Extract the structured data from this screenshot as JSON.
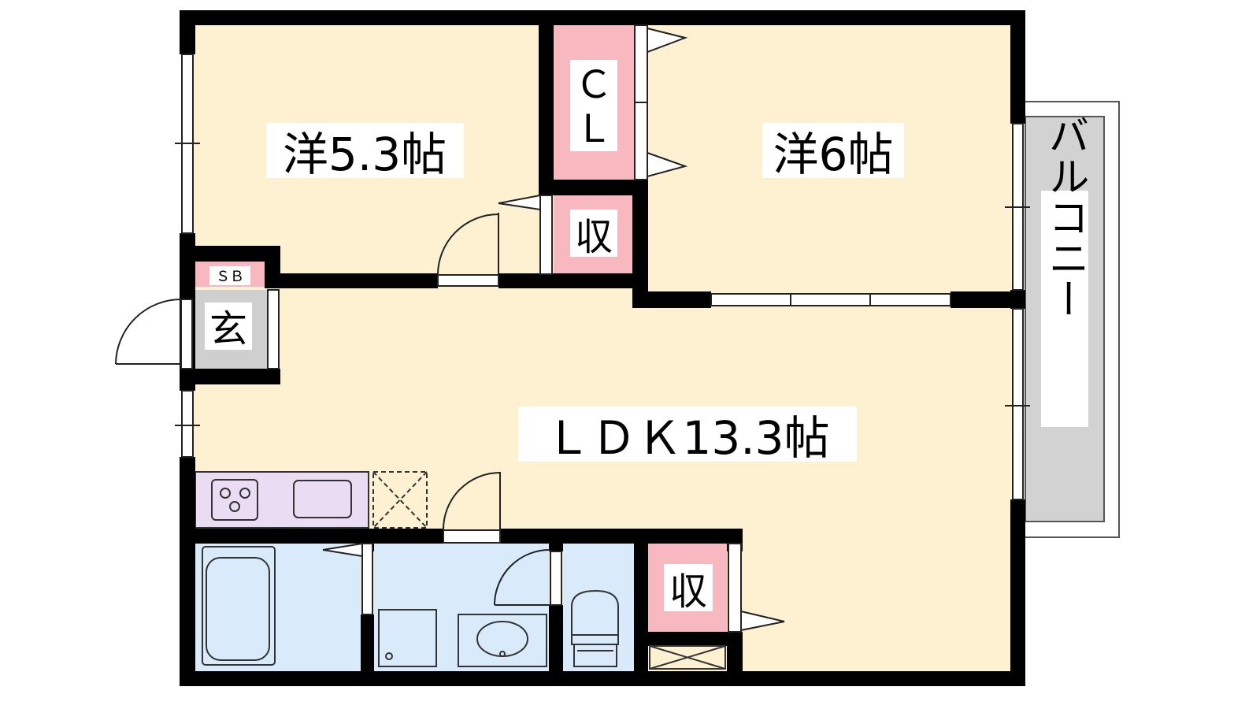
{
  "floorplan": {
    "rooms": {
      "western_room_a": "洋5.3帖",
      "western_room_b": "洋6帖",
      "ldk": "ＬＤＫ13.3帖",
      "closet": "ＣＬ",
      "closet_line1": "Ｃ",
      "closet_line2": "Ｌ",
      "storage_upper": "収",
      "storage_lower": "収",
      "shoe_box": "ＳＢ",
      "entrance": "玄",
      "balcony": "バルコニー"
    },
    "colors": {
      "room_floor": "#fdf1d2",
      "storage": "#f8b8bf",
      "entrance": "#cfcfcf",
      "wet_area": "#d9ebfb",
      "kitchen": "#eadcf3",
      "balcony": "#d2d2d2",
      "wall": "#000000"
    }
  }
}
